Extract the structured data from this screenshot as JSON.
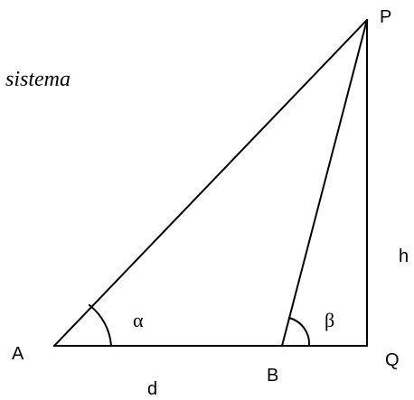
{
  "caption": "sistema",
  "points": {
    "A": "A",
    "B": "B",
    "P": "P",
    "Q": "Q"
  },
  "segments": {
    "d": "d",
    "h": "h"
  },
  "angles": {
    "alpha": "α",
    "beta": "β"
  },
  "colors": {
    "stroke": "#000000",
    "background": "#ffffff"
  }
}
